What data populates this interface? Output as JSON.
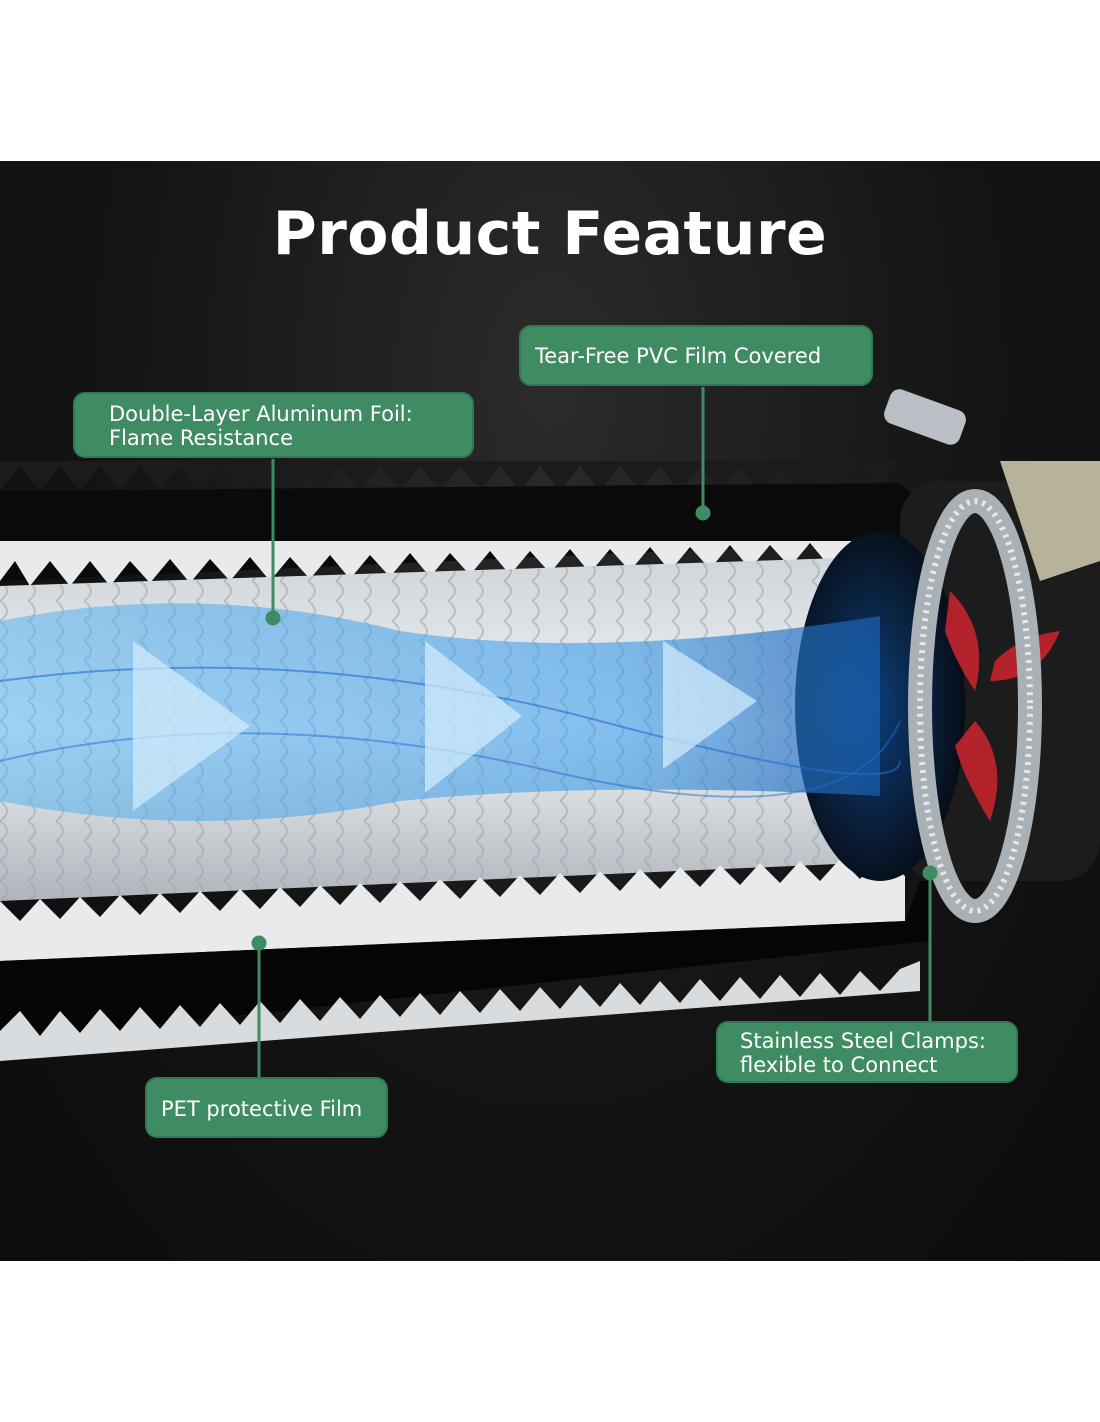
{
  "title": "Product Feature",
  "labels": {
    "pvc": "Tear-Free PVC Film Covered",
    "foil_line1": "Double-Layer Aluminum Foil:",
    "foil_line2": "Flame Resistance",
    "pet": "PET protective Film",
    "clamp_line1": "Stainless Steel Clamps:",
    "clamp_line2": "flexible to Connect"
  },
  "colors": {
    "label_green": "#3f8b62",
    "background": "#141414",
    "airflow_blue": "#4aa8ee",
    "fan_red": "#c4242e"
  }
}
